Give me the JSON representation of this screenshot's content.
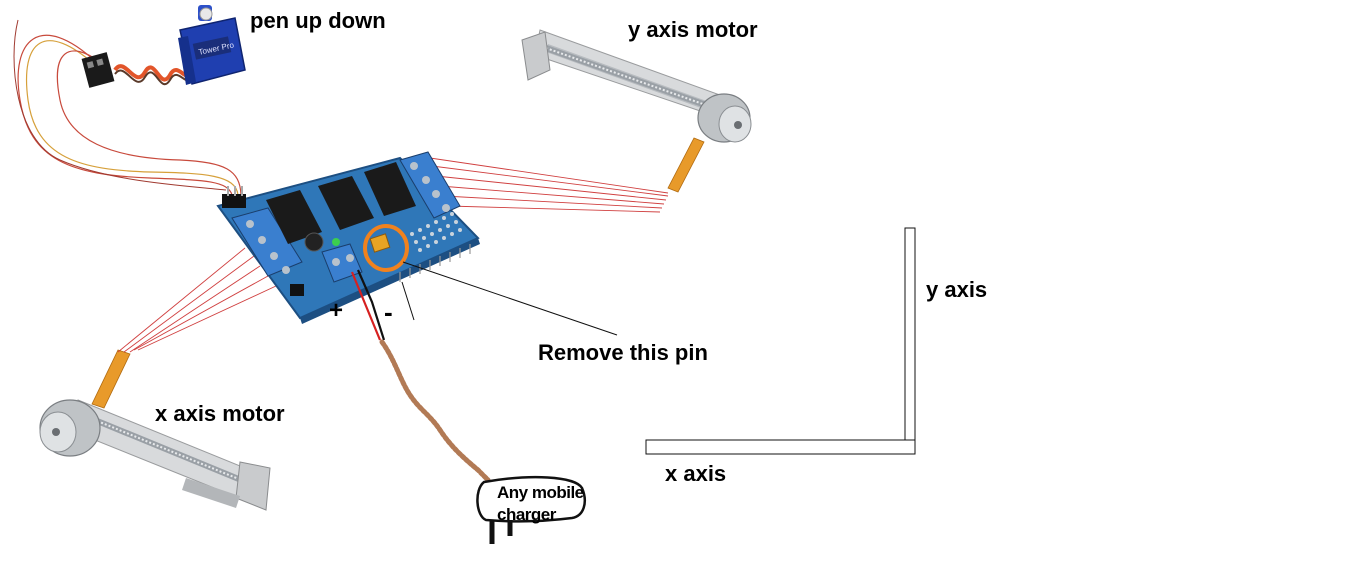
{
  "labels": {
    "pen": "pen up down",
    "y_motor": "y axis motor",
    "x_motor": "x axis motor",
    "remove_pin": "Remove this pin",
    "y_axis": "y axis",
    "x_axis": "x axis",
    "plus": "+",
    "minus": "-",
    "charger_line1": "Any mobile",
    "charger_line2": "charger"
  },
  "servo_brand": "Tower Pro",
  "colors": {
    "board": "#2f77b8",
    "terminal": "#3a7fcf",
    "wire": "#d04040",
    "cable": "#b27a55",
    "highlight": "#f0821e",
    "servo": "#1f3fb0",
    "flex_cable": "#e89a2a"
  }
}
